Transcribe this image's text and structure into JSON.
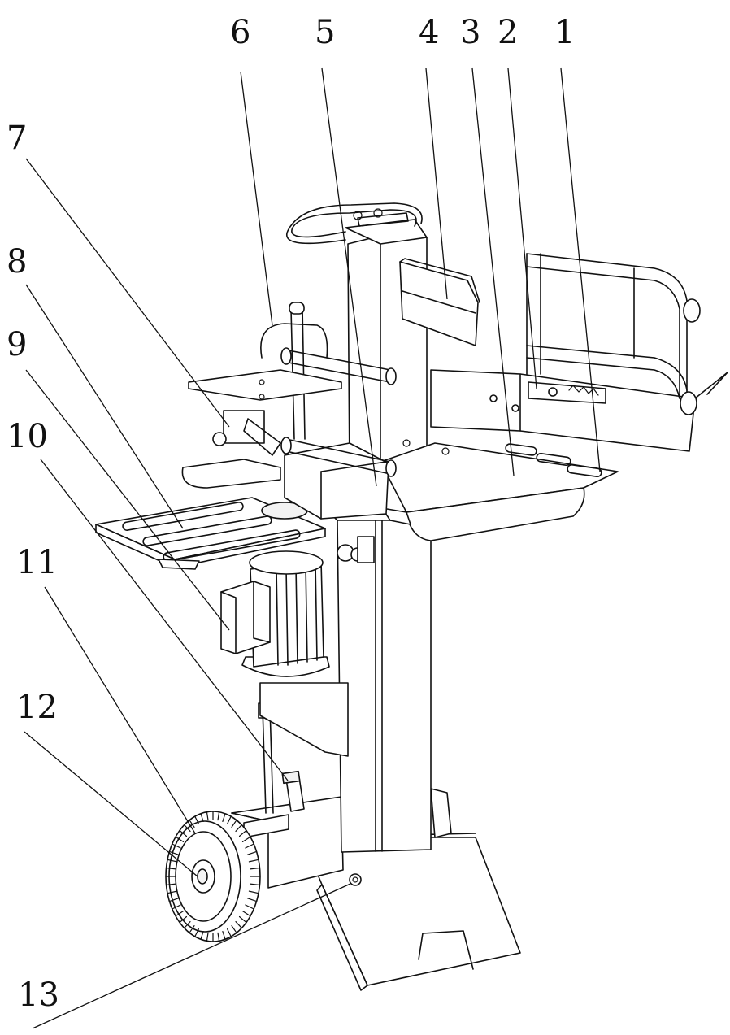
{
  "figure": {
    "labels": [
      "6",
      "5",
      "4",
      "3",
      "2",
      "1",
      "7",
      "8",
      "9",
      "10",
      "11",
      "12",
      "13"
    ]
  }
}
